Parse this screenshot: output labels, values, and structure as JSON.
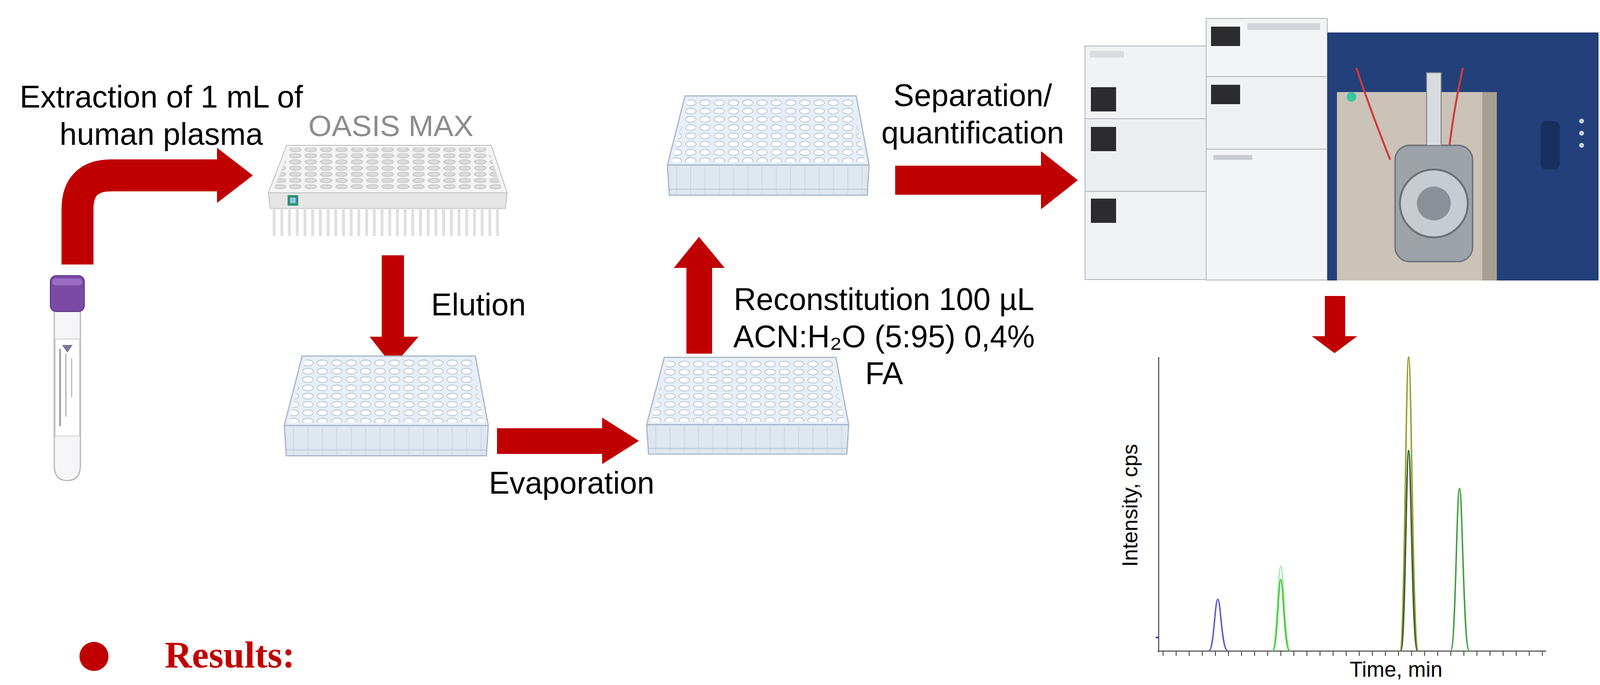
{
  "diagram": {
    "labels": [
      "Extraction of 1 mL of human plasma",
      "OASIS MAX",
      "Elution",
      "Evaporation",
      "Reconstitution 100 µL ACN:H₂O (5:95) 0,4% FA",
      "Separation/ quantification",
      "Results:",
      "Intensity, cps",
      "Time, min"
    ]
  }
}
